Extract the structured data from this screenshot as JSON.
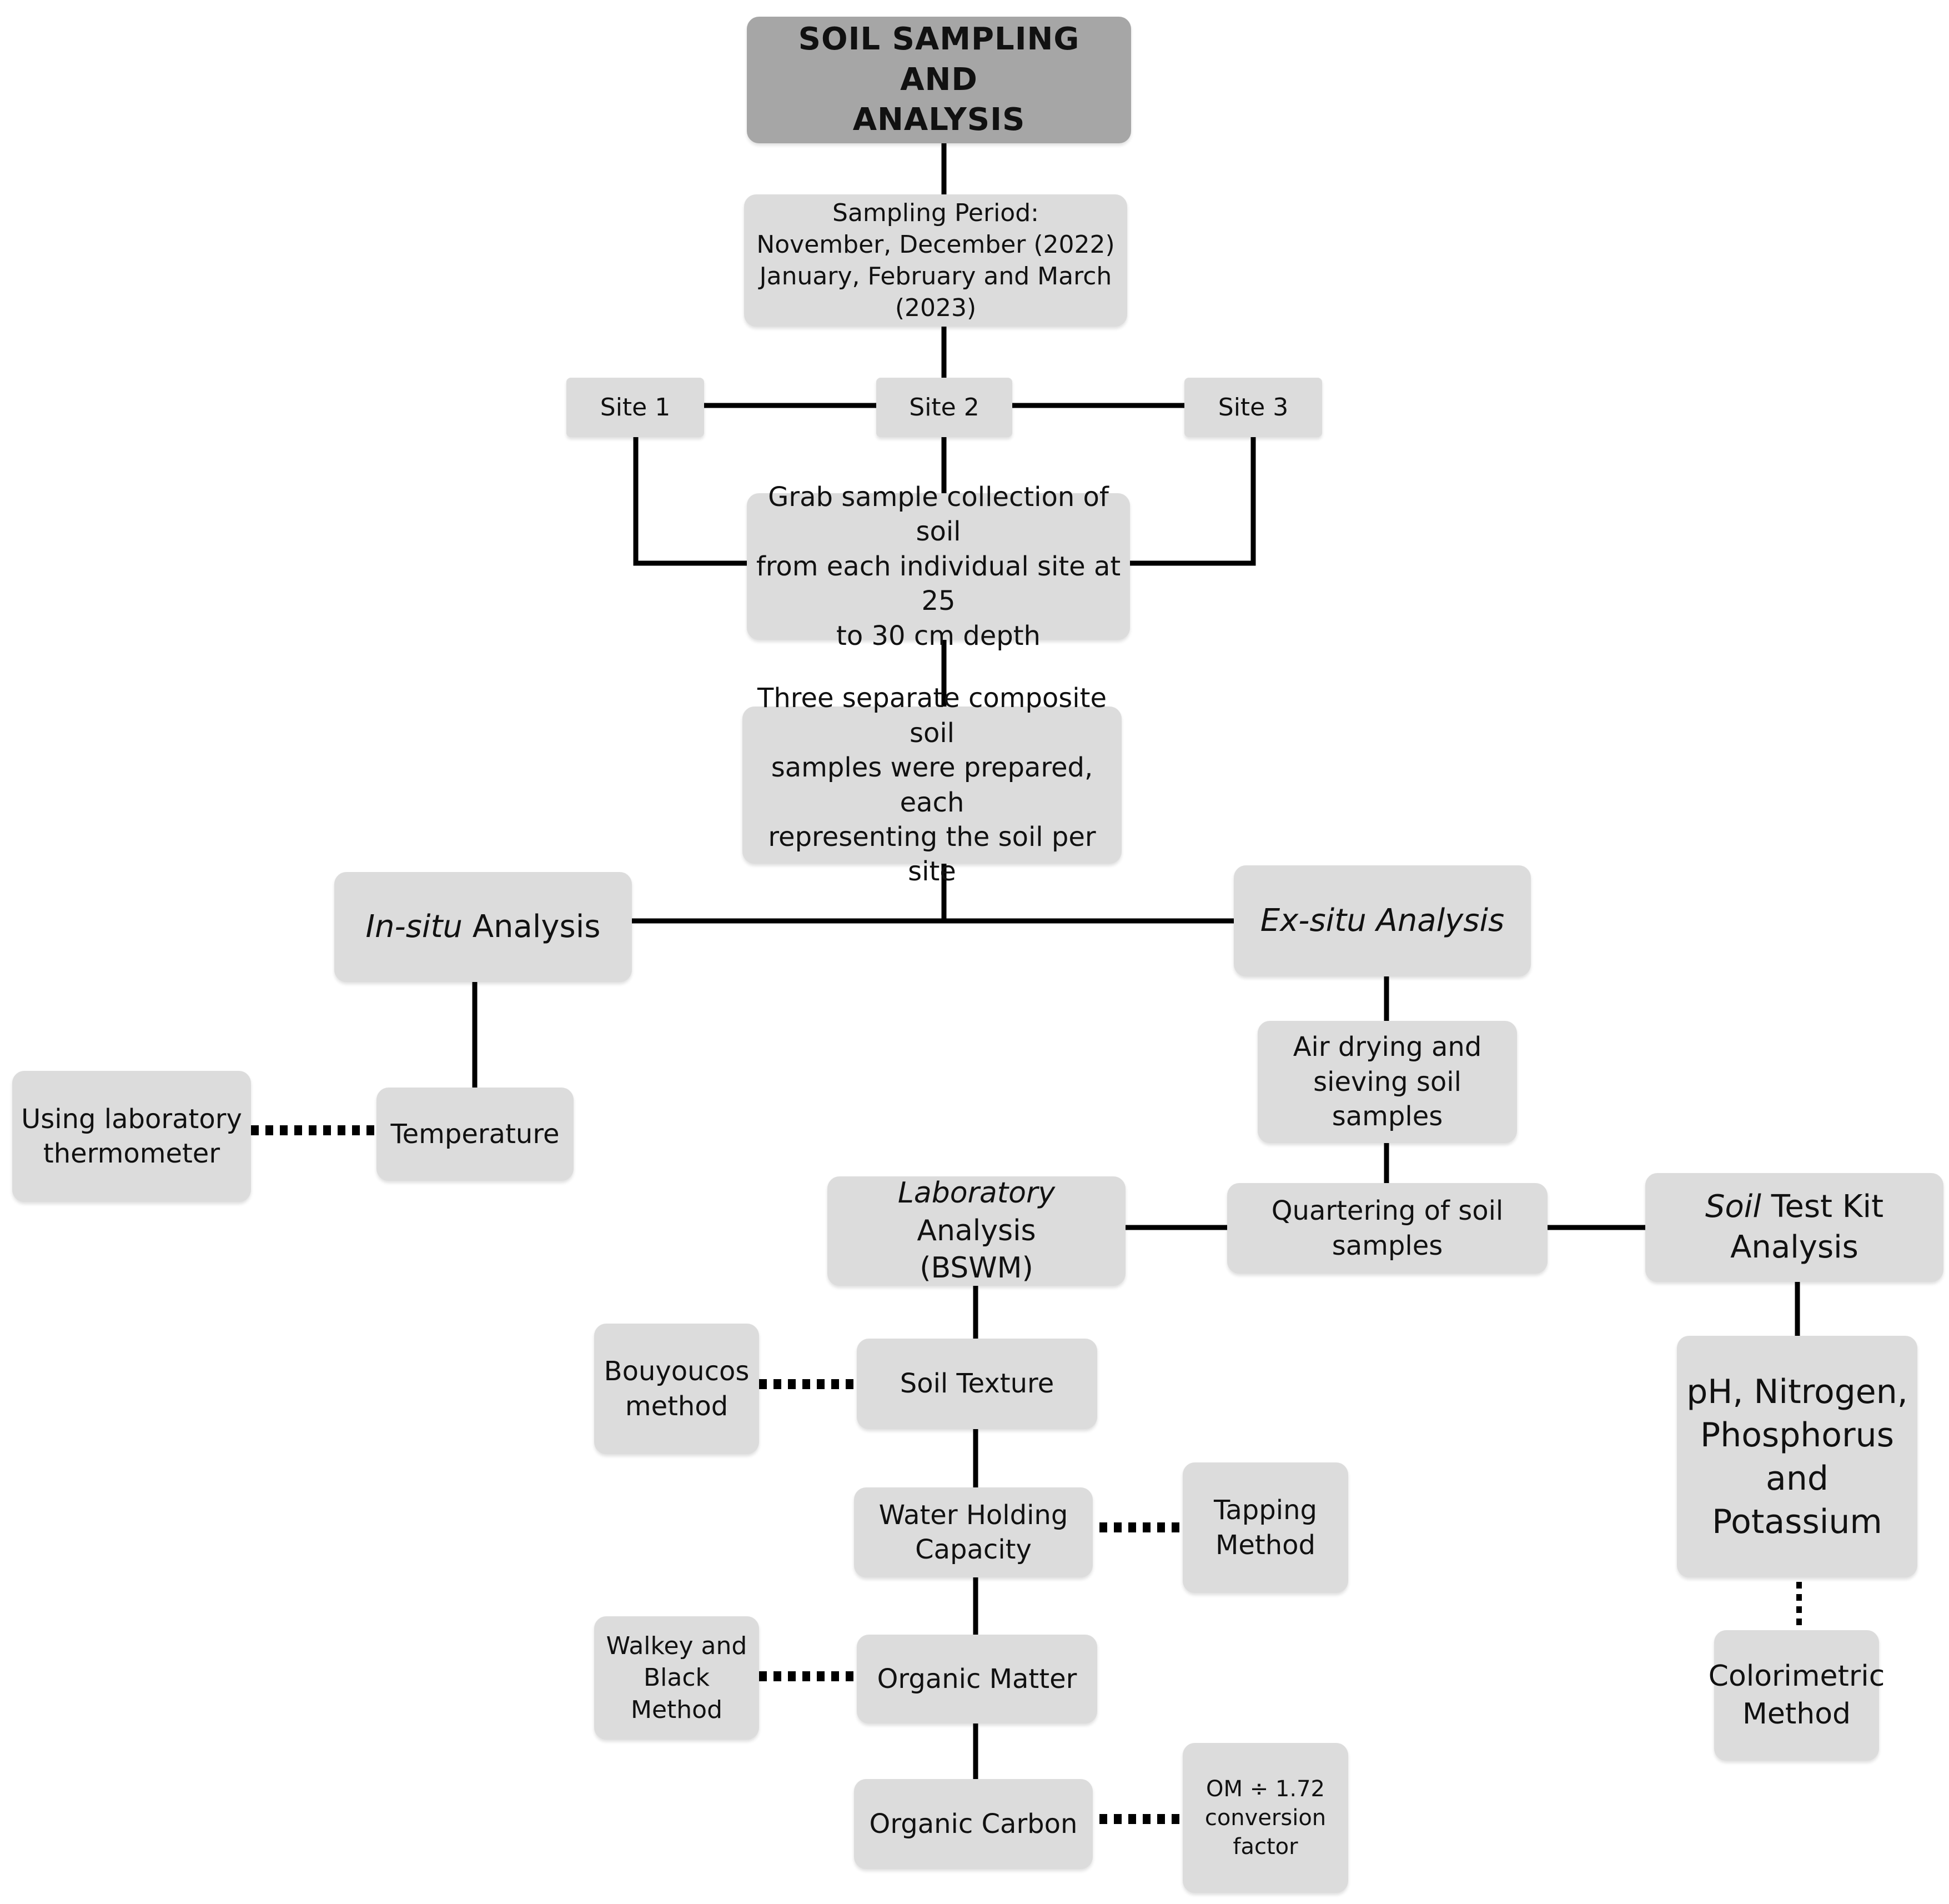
{
  "diagram": {
    "title": "SOIL SAMPLING AND\nANALYSIS",
    "sampling_period": "Sampling Period:\nNovember, December (2022)\nJanuary, February and March (2023)",
    "site1": "Site 1",
    "site2": "Site 2",
    "site3": "Site 3",
    "grab_sample": "Grab sample collection of soil\nfrom each individual site at 25\nto 30 cm depth",
    "composite": "Three separate composite soil\nsamples were prepared, each\nrepresenting the soil per site",
    "in_situ": {
      "italic": "In-situ",
      "rest": " Analysis"
    },
    "ex_situ": "Ex-situ Analysis",
    "thermometer": "Using laboratory\nthermometer",
    "temperature": "Temperature",
    "air_drying": "Air drying and\nsieving soil samples",
    "quartering": "Quartering of soil samples",
    "laboratory": {
      "italic": "Laboratory",
      "rest": " Analysis",
      "line2": "(BSWM)"
    },
    "soil_test_kit": {
      "italic": "Soil",
      "rest": " Test Kit",
      "line2": "Analysis"
    },
    "bouyoucos": "Bouyoucos\nmethod",
    "soil_texture": "Soil Texture",
    "water_holding": "Water Holding\nCapacity",
    "tapping": "Tapping\nMethod",
    "walkey": "Walkey and\nBlack Method",
    "organic_matter": "Organic Matter",
    "organic_carbon": "Organic Carbon",
    "om_factor": "OM ÷ 1.72\nconversion\nfactor",
    "npk": "pH, Nitrogen,\nPhosphorus\nand\nPotassium",
    "colorimetric": "Colorimetric\nMethod"
  },
  "colors": {
    "title_fill": "#a6a6a6",
    "node_fill": "#dcdcdc",
    "line": "#000000"
  }
}
